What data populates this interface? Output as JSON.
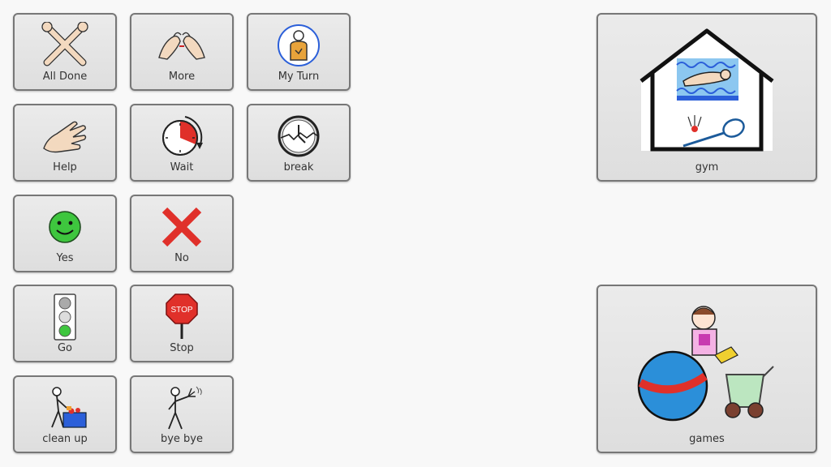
{
  "board": {
    "tiles": [
      {
        "id": "all-done",
        "label": "All Done",
        "icon": "crossed-hands-icon"
      },
      {
        "id": "more",
        "label": "More",
        "icon": "more-hands-icon"
      },
      {
        "id": "my-turn",
        "label": "My Turn",
        "icon": "person-pointing-icon"
      },
      {
        "id": "help",
        "label": "Help",
        "icon": "hand-icon"
      },
      {
        "id": "wait",
        "label": "Wait",
        "icon": "timer-icon"
      },
      {
        "id": "break",
        "label": "break",
        "icon": "broken-clock-icon"
      },
      {
        "id": "yes",
        "label": "Yes",
        "icon": "smiley-face-icon"
      },
      {
        "id": "no",
        "label": "No",
        "icon": "red-x-icon"
      },
      {
        "id": "go",
        "label": "Go",
        "icon": "traffic-light-green-icon"
      },
      {
        "id": "stop",
        "label": "Stop",
        "icon": "stop-sign-icon",
        "icon_text": "STOP"
      },
      {
        "id": "clean-up",
        "label": "clean up",
        "icon": "person-cleaning-icon"
      },
      {
        "id": "bye-bye",
        "label": "bye bye",
        "icon": "person-waving-icon"
      },
      {
        "id": "gym",
        "label": "gym",
        "icon": "gym-house-icon"
      },
      {
        "id": "games",
        "label": "games",
        "icon": "toys-icon"
      }
    ]
  },
  "colors": {
    "tile_border": "#777777",
    "green": "#3ec63e",
    "red": "#e0302a",
    "blue": "#2b5fd9"
  }
}
